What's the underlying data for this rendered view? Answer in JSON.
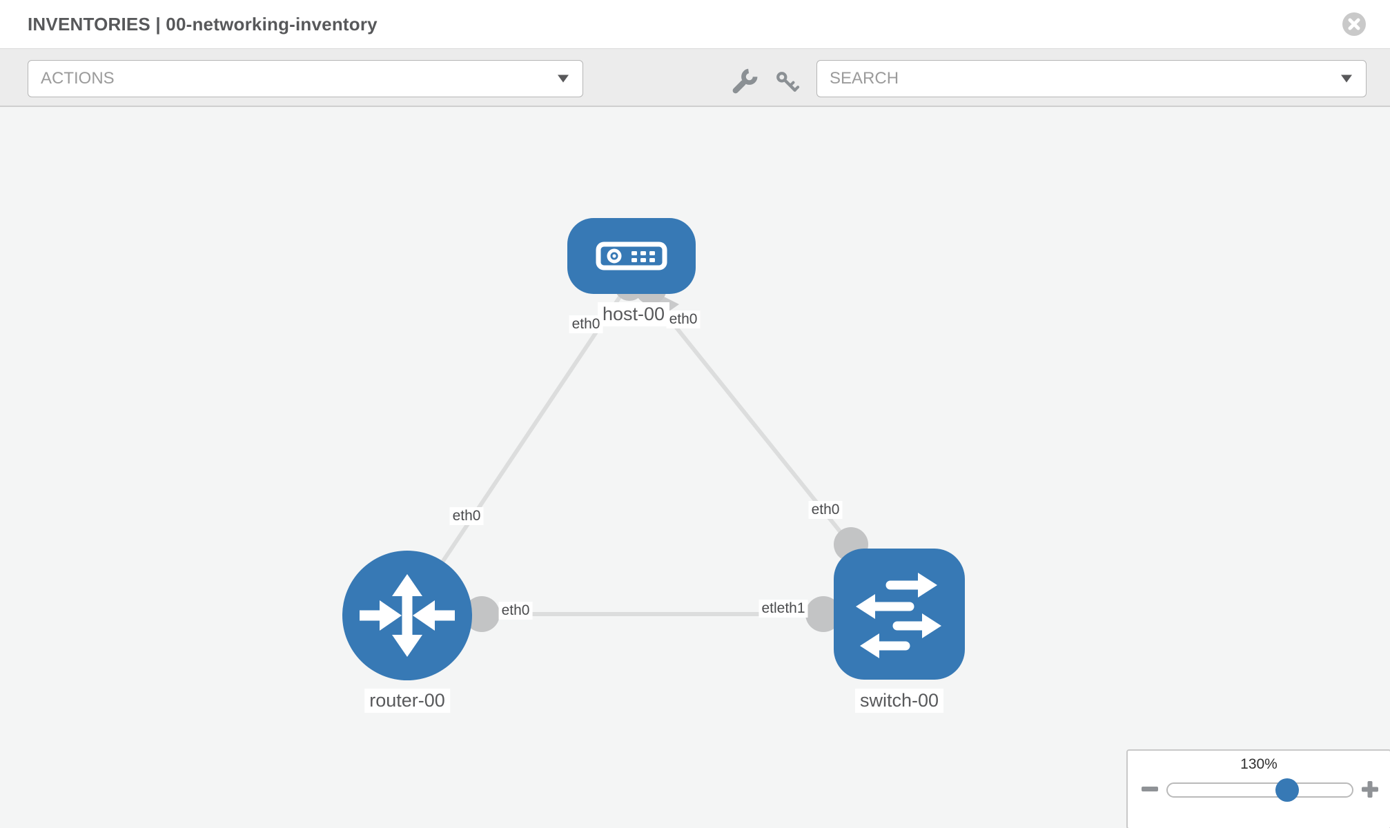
{
  "header": {
    "title": "INVENTORIES | 00-networking-inventory"
  },
  "toolbar": {
    "actions_label": "ACTIONS",
    "search_label": "SEARCH",
    "icons": [
      "wrench-icon",
      "key-icon"
    ]
  },
  "topology": {
    "nodes": {
      "host": {
        "label": "host-00",
        "type": "host"
      },
      "router": {
        "label": "router-00",
        "type": "router"
      },
      "switch": {
        "label": "switch-00",
        "type": "switch"
      }
    },
    "interface_labels": {
      "host_left": "eth0",
      "host_right": "eth0",
      "router_link": "eth0",
      "switch_link": "eth0",
      "router_port": "eth0",
      "switch_port": "etleth1"
    }
  },
  "zoom": {
    "level": "130%"
  },
  "colors": {
    "node_blue": "#3779b5",
    "link_gray": "#dcdddd",
    "port_gray": "#c3c4c5",
    "toolbar_gray": "#ececec",
    "canvas_gray": "#f4f5f5"
  }
}
